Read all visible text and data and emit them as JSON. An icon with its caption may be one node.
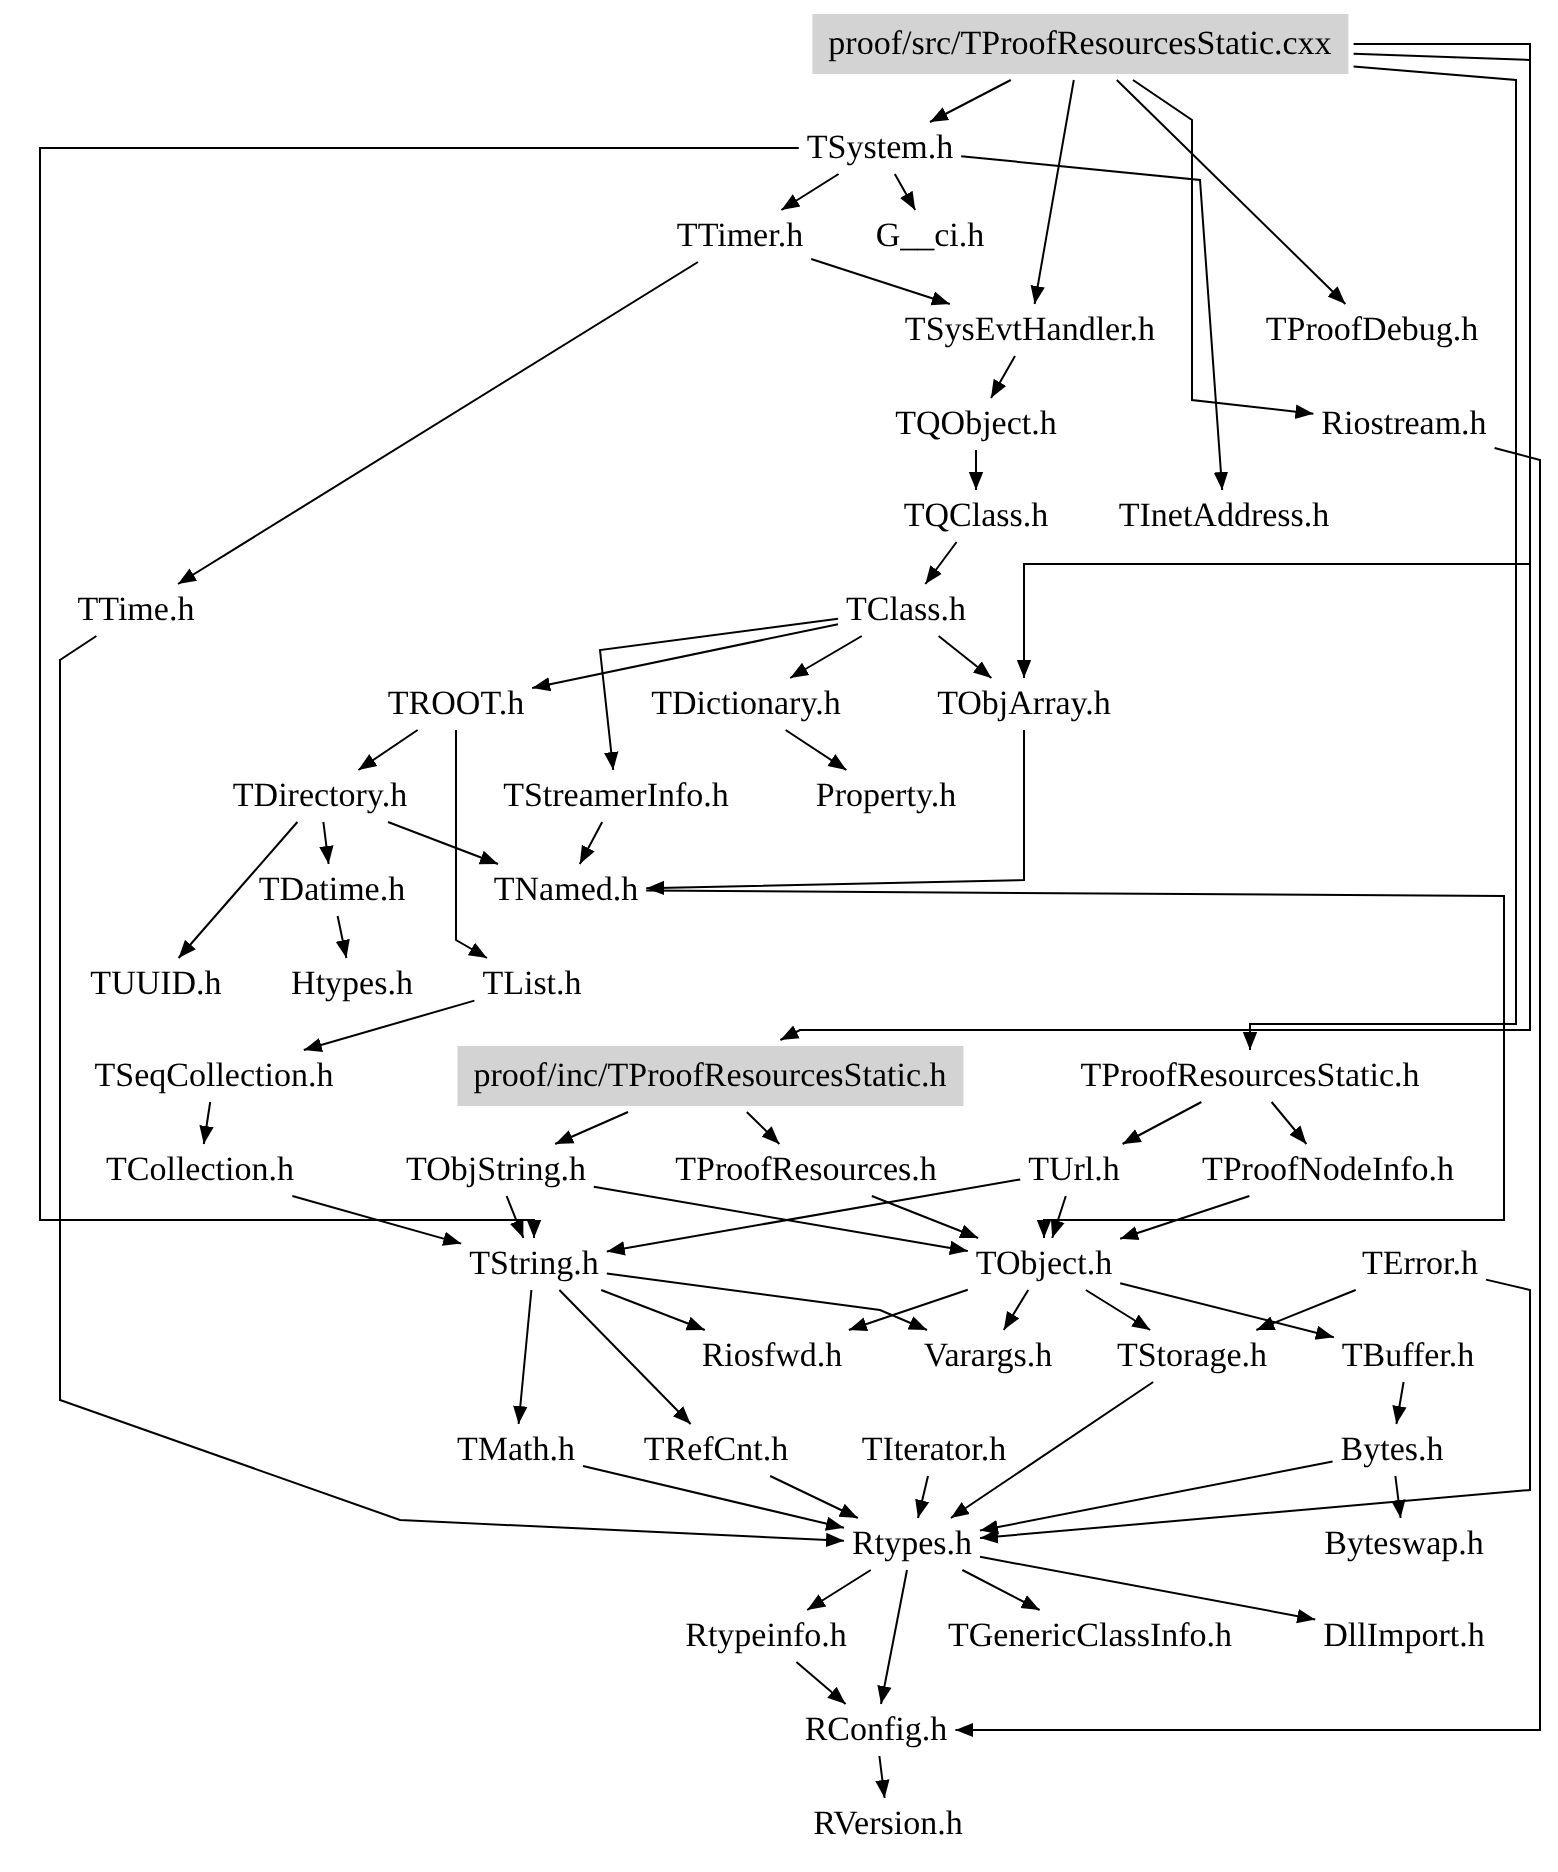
{
  "diagram": {
    "nodes": [
      {
        "text": [
          "proof/src/TProofResourcesStatic.cxx"
        ]
      },
      {
        "text": [
          "TSystem.h"
        ]
      },
      {
        "text": [
          "TTimer.h"
        ]
      },
      {
        "text": [
          "G__ci.h"
        ]
      },
      {
        "text": [
          "TSysEvtHandler.h"
        ]
      },
      {
        "text": [
          "TProofDebug.h"
        ]
      },
      {
        "text": [
          "TQObject.h"
        ]
      },
      {
        "text": [
          "Riostream.h"
        ]
      },
      {
        "text": [
          "TTime.h"
        ]
      },
      {
        "text": [
          "TQClass.h"
        ]
      },
      {
        "text": [
          "TInetAddress.h"
        ]
      },
      {
        "text": [
          "TClass.h"
        ]
      },
      {
        "text": [
          "TROOT.h"
        ]
      },
      {
        "text": [
          "TDictionary.h"
        ]
      },
      {
        "text": [
          "TObjArray.h"
        ]
      },
      {
        "text": [
          "TDirectory.h"
        ]
      },
      {
        "text": [
          "TStreamerInfo.h"
        ]
      },
      {
        "text": [
          "Property.h"
        ]
      },
      {
        "text": [
          "TDatime.h"
        ]
      },
      {
        "text": [
          "TNamed.h"
        ]
      },
      {
        "text": [
          "TUUID.h"
        ]
      },
      {
        "text": [
          "Htypes.h"
        ]
      },
      {
        "text": [
          "TList.h"
        ]
      },
      {
        "text": [
          "TSeqCollection.h"
        ]
      },
      {
        "text": [
          "proof/inc/TProofResourcesStatic.h"
        ]
      },
      {
        "text": [
          "TProofResourcesStatic.h"
        ]
      },
      {
        "text": [
          "TCollection.h"
        ]
      },
      {
        "text": [
          "TObjString.h"
        ]
      },
      {
        "text": [
          "TProofResources.h"
        ]
      },
      {
        "text": [
          "TUrl.h"
        ]
      },
      {
        "text": [
          "TProofNodeInfo.h"
        ]
      },
      {
        "text": [
          "TString.h"
        ]
      },
      {
        "text": [
          "TObject.h"
        ]
      },
      {
        "text": [
          "TError.h"
        ]
      },
      {
        "text": [
          "Riosfwd.h"
        ]
      },
      {
        "text": [
          "Varargs.h"
        ]
      },
      {
        "text": [
          "TStorage.h"
        ]
      },
      {
        "text": [
          "TBuffer.h"
        ]
      },
      {
        "text": [
          "TMath.h"
        ]
      },
      {
        "text": [
          "TRefCnt.h"
        ]
      },
      {
        "text": [
          "TIterator.h"
        ]
      },
      {
        "text": [
          "Bytes.h"
        ]
      },
      {
        "text": [
          "Rtypes.h"
        ]
      },
      {
        "text": [
          "Byteswap.h"
        ]
      },
      {
        "text": [
          "Rtypeinfo.h"
        ]
      },
      {
        "text": [
          "TGenericClassInfo.h"
        ]
      },
      {
        "text": [
          "DllImport.h"
        ]
      },
      {
        "text": [
          "RConfig.h"
        ]
      },
      {
        "text": [
          "RVersion.h"
        ]
      }
    ],
    "edges": [
      {
        "from": 0,
        "to": 1,
        "arrow": "to"
      },
      {
        "from": 0,
        "to": 4,
        "arrow": "to"
      },
      {
        "from": 0,
        "to": 5,
        "arrow": "to"
      },
      {
        "from": 0,
        "to": 7,
        "arrow": "to"
      },
      {
        "from": 0,
        "to": 14,
        "arrow": "to"
      },
      {
        "from": 0,
        "to": 24,
        "arrow": "to"
      },
      {
        "from": 0,
        "to": 25,
        "arrow": "to"
      },
      {
        "from": 1,
        "to": 2,
        "arrow": "to"
      },
      {
        "from": 1,
        "to": 3,
        "arrow": "to"
      },
      {
        "from": 1,
        "to": 10,
        "arrow": "to"
      },
      {
        "from": 1,
        "to": 31,
        "arrow": "to"
      },
      {
        "from": 2,
        "to": 4,
        "arrow": "to"
      },
      {
        "from": 2,
        "to": 8,
        "arrow": "to"
      },
      {
        "from": 4,
        "to": 6,
        "arrow": "to"
      },
      {
        "from": 6,
        "to": 9,
        "arrow": "to"
      },
      {
        "from": 9,
        "to": 11,
        "arrow": "to"
      },
      {
        "from": 11,
        "to": 12,
        "arrow": "to"
      },
      {
        "from": 11,
        "to": 13,
        "arrow": "to"
      },
      {
        "from": 11,
        "to": 14,
        "arrow": "to"
      },
      {
        "from": 11,
        "to": 16,
        "arrow": "to"
      },
      {
        "from": 12,
        "to": 15,
        "arrow": "to"
      },
      {
        "from": 12,
        "to": 22,
        "arrow": "to"
      },
      {
        "from": 13,
        "to": 17,
        "arrow": "to"
      },
      {
        "from": 15,
        "to": 18,
        "arrow": "to"
      },
      {
        "from": 15,
        "to": 20,
        "arrow": "to"
      },
      {
        "from": 15,
        "to": 19,
        "arrow": "to"
      },
      {
        "from": 16,
        "to": 19,
        "arrow": "to"
      },
      {
        "from": 14,
        "to": 19,
        "arrow": "to"
      },
      {
        "from": 18,
        "to": 21,
        "arrow": "to"
      },
      {
        "from": 19,
        "to": 32,
        "arrow": "to"
      },
      {
        "from": 22,
        "to": 23,
        "arrow": "to"
      },
      {
        "from": 23,
        "to": 26,
        "arrow": "to"
      },
      {
        "from": 24,
        "to": 27,
        "arrow": "to"
      },
      {
        "from": 24,
        "to": 28,
        "arrow": "to"
      },
      {
        "from": 25,
        "to": 29,
        "arrow": "to"
      },
      {
        "from": 25,
        "to": 30,
        "arrow": "to"
      },
      {
        "from": 26,
        "to": 31,
        "arrow": "to"
      },
      {
        "from": 27,
        "to": 31,
        "arrow": "to"
      },
      {
        "from": 27,
        "to": 32,
        "arrow": "to"
      },
      {
        "from": 28,
        "to": 32,
        "arrow": "to"
      },
      {
        "from": 29,
        "to": 31,
        "arrow": "to"
      },
      {
        "from": 29,
        "to": 32,
        "arrow": "to"
      },
      {
        "from": 30,
        "to": 32,
        "arrow": "to"
      },
      {
        "from": 31,
        "to": 34,
        "arrow": "to"
      },
      {
        "from": 31,
        "to": 35,
        "arrow": "to"
      },
      {
        "from": 31,
        "to": 38,
        "arrow": "to"
      },
      {
        "from": 31,
        "to": 39,
        "arrow": "to"
      },
      {
        "from": 32,
        "to": 35,
        "arrow": "to"
      },
      {
        "from": 32,
        "to": 36,
        "arrow": "to"
      },
      {
        "from": 32,
        "to": 37,
        "arrow": "to"
      },
      {
        "from": 32,
        "to": 34,
        "arrow": "to"
      },
      {
        "from": 33,
        "to": 36,
        "arrow": "to"
      },
      {
        "from": 33,
        "to": 42,
        "arrow": "to"
      },
      {
        "from": 37,
        "to": 41,
        "arrow": "to"
      },
      {
        "from": 41,
        "to": 42,
        "arrow": "to"
      },
      {
        "from": 41,
        "to": 43,
        "arrow": "to"
      },
      {
        "from": 38,
        "to": 42,
        "arrow": "to"
      },
      {
        "from": 39,
        "to": 42,
        "arrow": "to"
      },
      {
        "from": 40,
        "to": 42,
        "arrow": "to"
      },
      {
        "from": 36,
        "to": 42,
        "arrow": "to"
      },
      {
        "from": 42,
        "to": 44,
        "arrow": "to"
      },
      {
        "from": 42,
        "to": 45,
        "arrow": "to"
      },
      {
        "from": 42,
        "to": 46,
        "arrow": "to"
      },
      {
        "from": 42,
        "to": 47,
        "arrow": "to"
      },
      {
        "from": 44,
        "to": 47,
        "arrow": "to"
      },
      {
        "from": 47,
        "to": 48,
        "arrow": "to"
      },
      {
        "from": 7,
        "to": 47,
        "arrow": "to"
      },
      {
        "from": 8,
        "to": 42,
        "arrow": "to"
      }
    ]
  }
}
